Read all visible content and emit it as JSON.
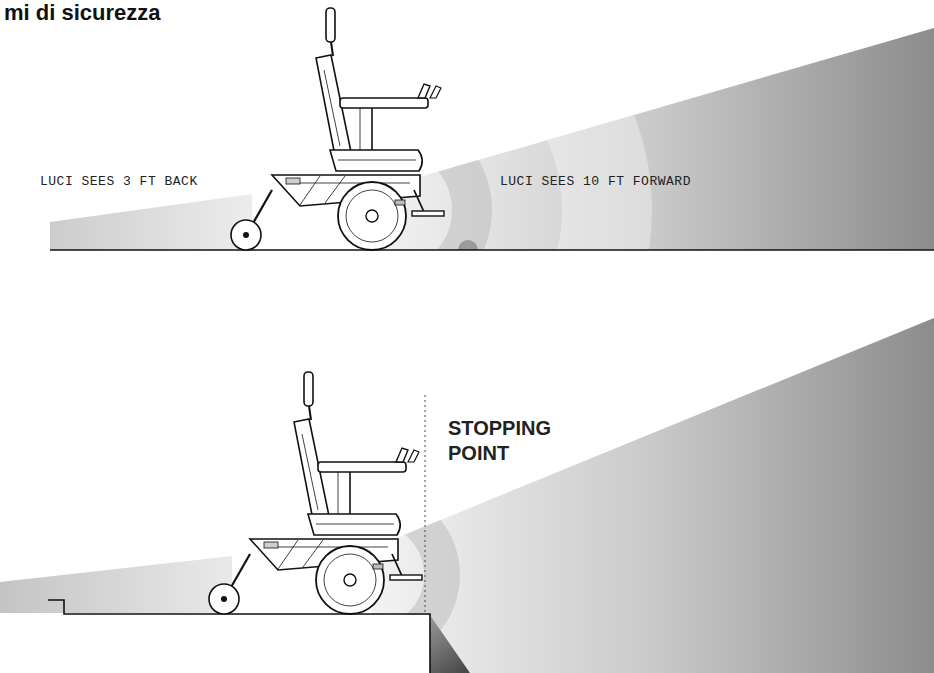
{
  "diagram": {
    "title": "mi di sicurezza",
    "labels": [
      "LUCI SEES 3 FT BACK",
      "LUCI SEES 10 FT FORWARD",
      "STOPPING POINT"
    ]
  }
}
